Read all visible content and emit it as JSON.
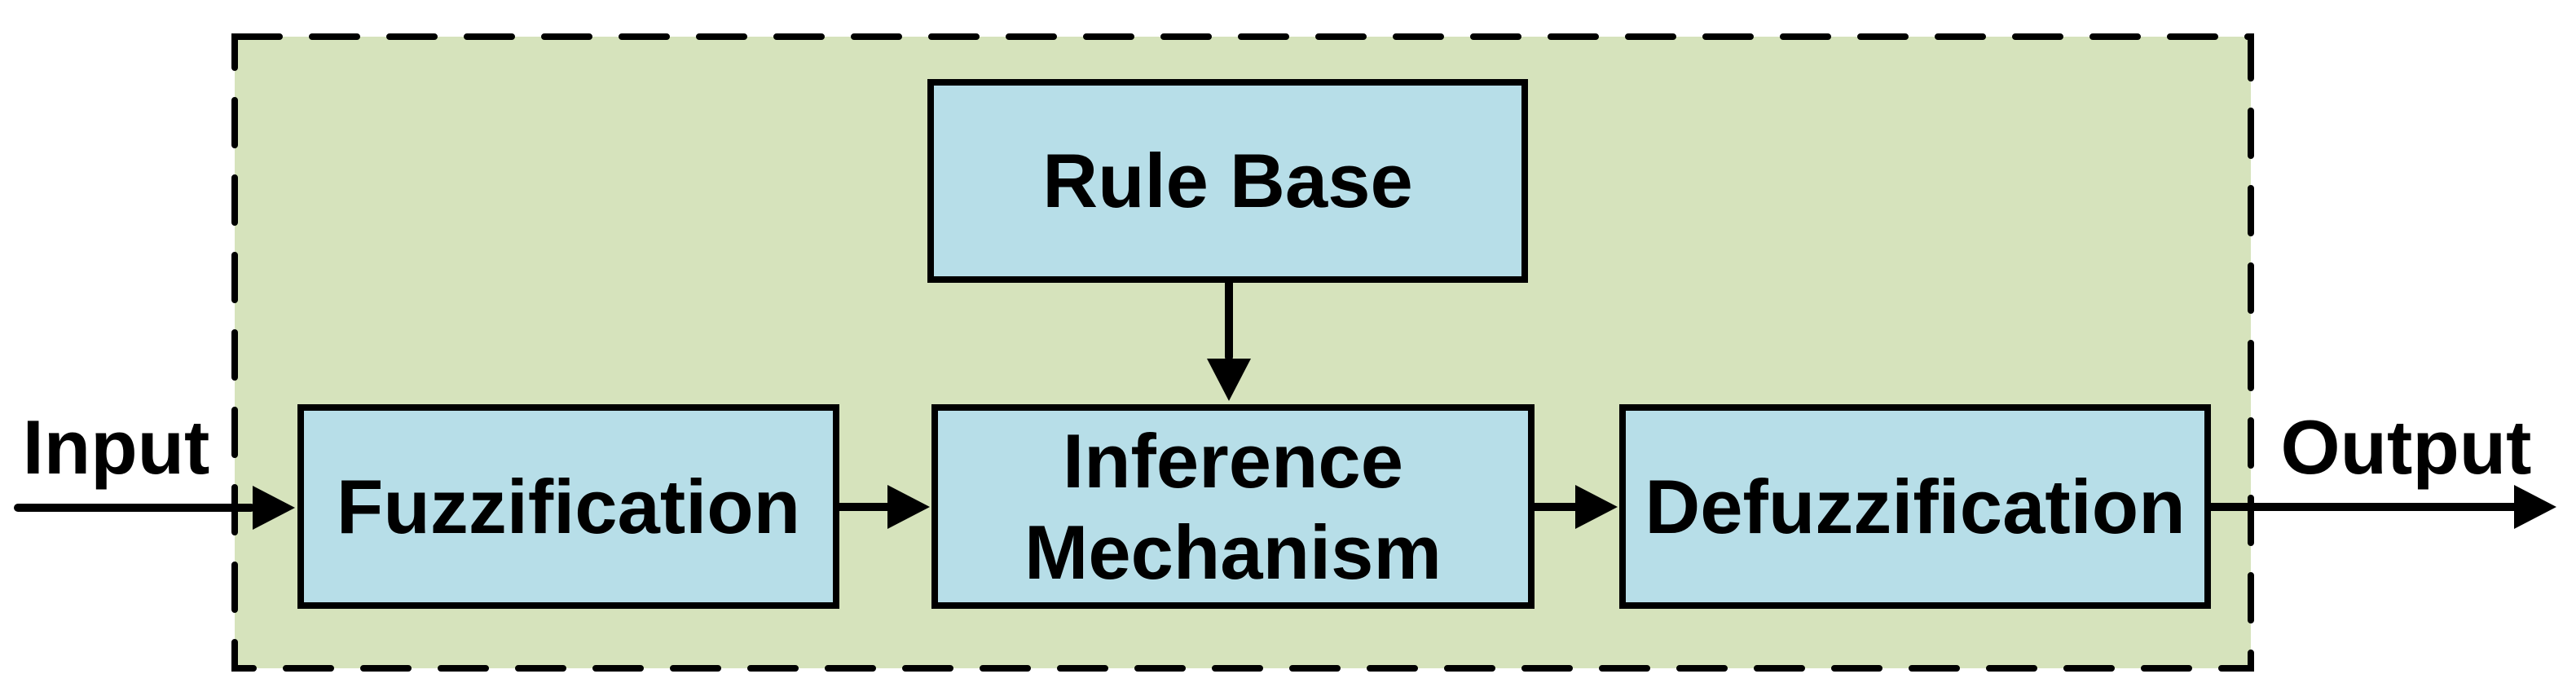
{
  "labels": {
    "input": "Input",
    "output": "Output"
  },
  "blocks": {
    "rule_base": {
      "label": "Rule Base"
    },
    "fuzzification": {
      "label": "Fuzzification"
    },
    "inference_mechanism": {
      "line1": "Inference",
      "line2": "Mechanism"
    },
    "defuzzification": {
      "label": "Defuzzification"
    }
  },
  "colors": {
    "boundary_fill": "#d6e3bc",
    "block_fill": "#b7dee8",
    "line": "#000000"
  }
}
